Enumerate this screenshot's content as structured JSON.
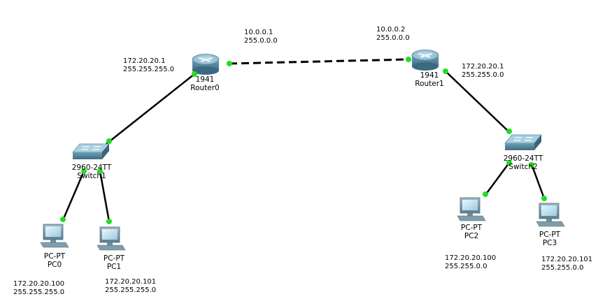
{
  "routers": [
    {
      "model": "1941",
      "name": "Router0"
    },
    {
      "model": "1941",
      "name": "Router1"
    }
  ],
  "switches": [
    {
      "model": "2960-24TT",
      "name": "Switch1"
    },
    {
      "model": "2960-24TT",
      "name": "Switch2"
    }
  ],
  "pcs": [
    {
      "model": "PC-PT",
      "name": "PC0",
      "ip": "172.20.20.100",
      "mask": "255.255.255.0"
    },
    {
      "model": "PC-PT",
      "name": "PC1",
      "ip": "172.20.20.101",
      "mask": "255.255.255.0"
    },
    {
      "model": "PC-PT",
      "name": "PC2",
      "ip": "172.20.20.100",
      "mask": "255.255.0.0"
    },
    {
      "model": "PC-PT",
      "name": "PC3",
      "ip": "172.20.20.101",
      "mask": "255.255.0.0"
    }
  ],
  "router_interfaces": {
    "router0_wan": {
      "ip": "10.0.0.1",
      "mask": "255.0.0.0"
    },
    "router1_wan": {
      "ip": "10.0.0.2",
      "mask": "255.0.0.0"
    },
    "router0_lan": {
      "ip": "172.20.20.1",
      "mask": "255.255.255.0"
    },
    "router1_lan": {
      "ip": "172.20.20.1",
      "mask": "255.255.0.0"
    }
  },
  "colors": {
    "link": "#000000",
    "port_up": "#22dd22",
    "device_body": "#5a8fa8",
    "device_top": "#8fc0d4"
  },
  "icons": {
    "router": "router-icon",
    "switch": "switch-icon",
    "pc": "pc-icon"
  }
}
